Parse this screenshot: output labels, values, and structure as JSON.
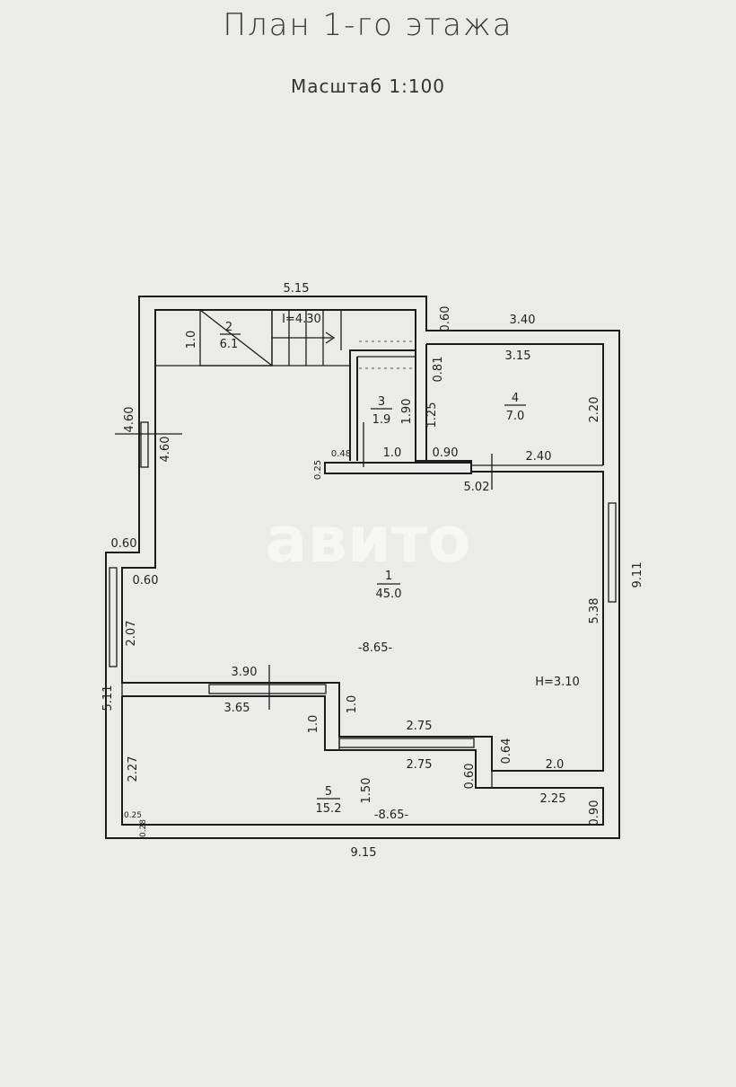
{
  "title": "План 1-го этажа",
  "scale": "Масштаб 1:100",
  "watermark": "авито",
  "rooms": [
    {
      "number": "1",
      "area": "45.0"
    },
    {
      "number": "2",
      "area": "6.1"
    },
    {
      "number": "3",
      "area": "1.9"
    },
    {
      "number": "4",
      "area": "7.0"
    },
    {
      "number": "5",
      "area": "15.2"
    }
  ],
  "dimensions": {
    "top_outer": "5.15",
    "stair_notch": "0.60",
    "room4_outer_width": "3.40",
    "room4_inner_width": "3.15",
    "stair_height": "1.0",
    "stair_length": "I=4.30",
    "room3_gap": "0.81",
    "room3_width": "1.90",
    "room3_length": "1.25",
    "room4_height": "2.20",
    "left_upper_outer": "4.60",
    "left_upper_inner": "4.60",
    "partition_left": "0.48",
    "partition_mid": "1.0",
    "partition_right": "0.90",
    "partition_far": "2.40",
    "partition_thickness": "0.25",
    "partition_total": "5.02",
    "right_outer": "9.11",
    "right_inner": "5.38",
    "left_step_outer": "0.60",
    "left_step_inner": "0.60",
    "window_left": "2.07",
    "room1_width": "-8.65-",
    "ceiling_height": "H=3.10",
    "room5_wall_outer": "3.90",
    "room5_wall_inner": "3.65",
    "room5_step_outer": "1.0",
    "room5_step_inner": "1.0",
    "left_lower_outer": "5.11",
    "mid_wall_outer": "2.75",
    "mid_wall_inner": "2.75",
    "step_a": "0.64",
    "step_b": "0.60",
    "step_c": "2.0",
    "room5_height": "2.27",
    "room5_mid": "1.50",
    "room5_width": "-8.65-",
    "bottom_step": "2.25",
    "right_bottom": "0.90",
    "small_a": "0.25",
    "small_b": "0.28",
    "bottom_outer": "9.15"
  }
}
